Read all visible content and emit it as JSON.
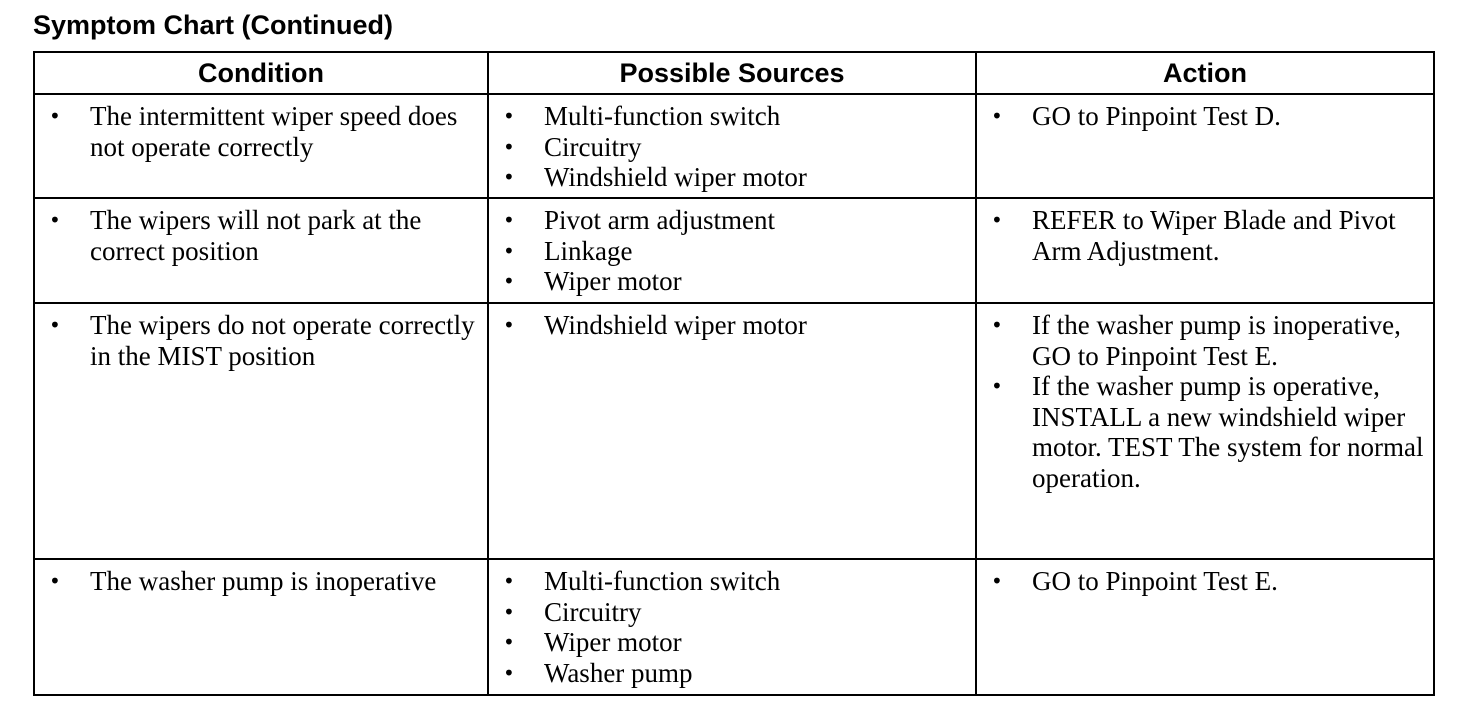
{
  "title": "Symptom Chart (Continued)",
  "headers": {
    "condition": "Condition",
    "sources": "Possible Sources",
    "action": "Action"
  },
  "rows": [
    {
      "condition": [
        "The intermittent wiper speed does not operate correctly"
      ],
      "sources": [
        "Multi-function switch",
        "Circuitry",
        "Windshield wiper motor"
      ],
      "action": [
        "GO to Pinpoint Test D."
      ]
    },
    {
      "condition": [
        "The wipers will not park at the correct position"
      ],
      "sources": [
        "Pivot arm adjustment",
        "Linkage",
        "Wiper motor"
      ],
      "action": [
        "REFER to Wiper Blade and Pivot Arm Adjustment."
      ]
    },
    {
      "condition": [
        "The wipers do not operate correctly in the MIST position"
      ],
      "sources": [
        "Windshield wiper motor"
      ],
      "action": [
        "If the washer pump is inoperative, GO to Pinpoint Test E.",
        "If the washer pump is operative, INSTALL a new windshield wiper motor. TEST The system for normal operation."
      ]
    },
    {
      "condition": [
        "The washer pump is inoperative"
      ],
      "sources": [
        "Multi-function switch",
        "Circuitry",
        "Wiper motor",
        "Washer pump"
      ],
      "action": [
        "GO to Pinpoint Test E."
      ]
    }
  ]
}
